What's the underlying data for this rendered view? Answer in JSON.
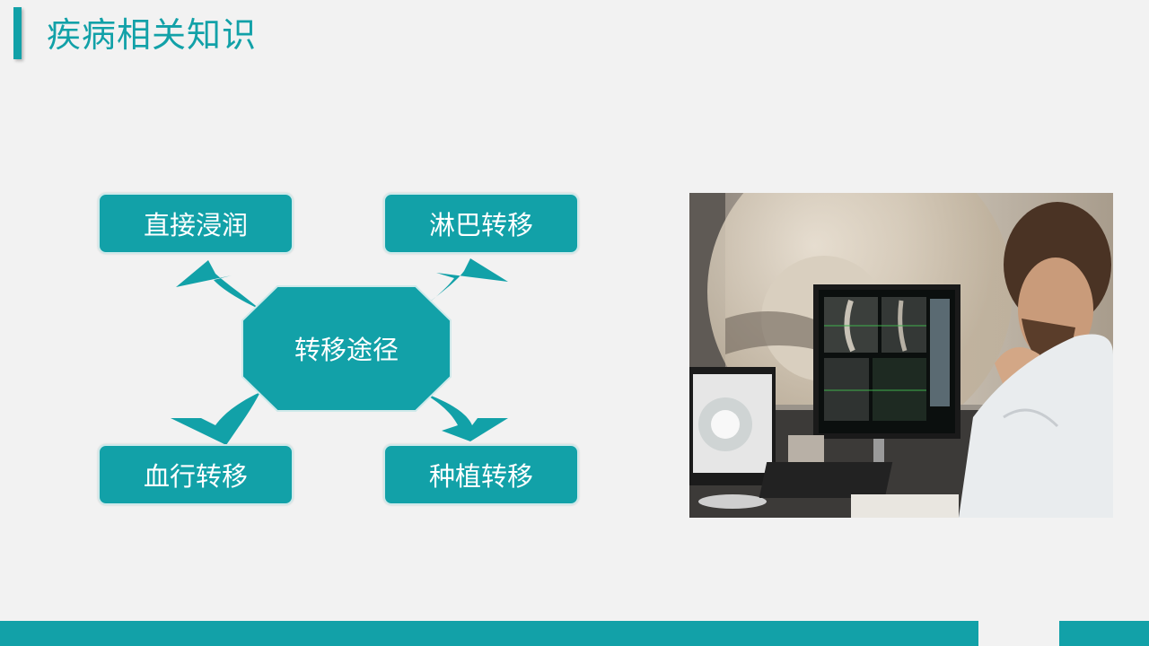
{
  "page": {
    "title": "疾病相关知识"
  },
  "diagram": {
    "center": "转移途径",
    "routes": [
      {
        "label": "直接浸润"
      },
      {
        "label": "淋巴转移"
      },
      {
        "label": "血行转移"
      },
      {
        "label": "种植转移"
      }
    ]
  },
  "photo": {
    "subject": "doctor viewing MRI scans on monitors"
  },
  "colors": {
    "accent": "#12a1a8",
    "background": "#f2f2f2",
    "box_border": "#cfe9ea"
  }
}
